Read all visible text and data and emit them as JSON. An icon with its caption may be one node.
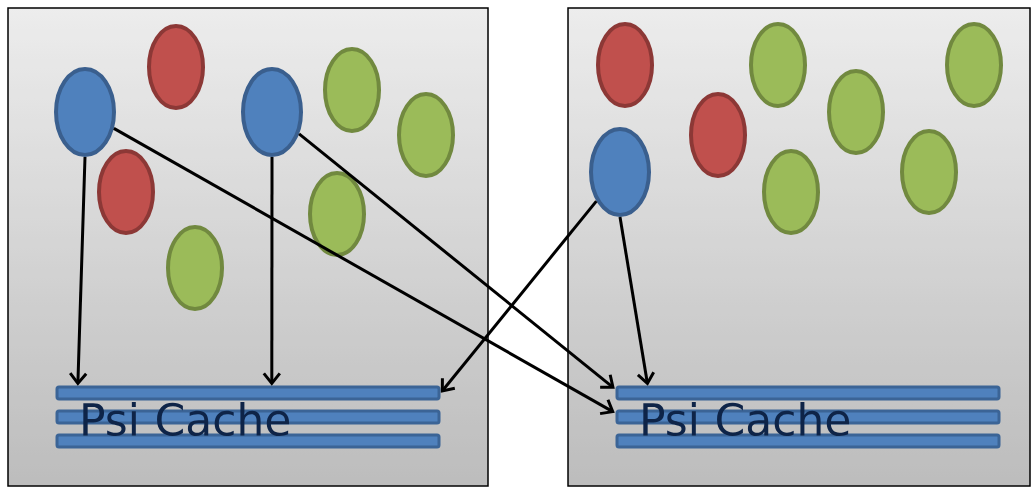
{
  "diagram": {
    "nodes": [
      {
        "text": [],
        "shape": "box"
      },
      {
        "text": [],
        "shape": "ellipse",
        "in": 0
      },
      {
        "text": [],
        "shape": "ellipse",
        "in": 0
      },
      {
        "text": [],
        "shape": "ellipse",
        "in": 0
      },
      {
        "text": [],
        "shape": "ellipse",
        "in": 0
      },
      {
        "text": [],
        "shape": "ellipse",
        "in": 0
      },
      {
        "text": [],
        "shape": "ellipse",
        "in": 0
      },
      {
        "text": [],
        "shape": "ellipse",
        "in": 0
      },
      {
        "text": [],
        "shape": "ellipse",
        "in": 0
      },
      {
        "text": [
          "Psi Cache"
        ],
        "in": 0
      },
      {
        "text": [],
        "shape": "box"
      },
      {
        "text": [],
        "shape": "ellipse",
        "in": 10
      },
      {
        "text": [],
        "shape": "ellipse",
        "in": 10
      },
      {
        "text": [],
        "shape": "ellipse",
        "in": 10
      },
      {
        "text": [],
        "shape": "ellipse",
        "in": 10
      },
      {
        "text": [],
        "shape": "ellipse",
        "in": 10
      },
      {
        "text": [],
        "shape": "ellipse",
        "in": 10
      },
      {
        "text": [],
        "shape": "ellipse",
        "in": 10
      },
      {
        "text": [],
        "shape": "ellipse",
        "in": 10
      },
      {
        "text": [
          "Psi Cache"
        ],
        "in": 10
      }
    ],
    "edges": [
      {
        "from": 1,
        "to": 9,
        "arrow": "to"
      },
      {
        "from": 1,
        "to": 19,
        "arrow": "to"
      },
      {
        "from": 4,
        "to": 9,
        "arrow": "to"
      },
      {
        "from": 4,
        "to": 19,
        "arrow": "to"
      },
      {
        "from": 12,
        "to": 9,
        "arrow": "to"
      },
      {
        "from": 12,
        "to": 19,
        "arrow": "to"
      }
    ]
  }
}
